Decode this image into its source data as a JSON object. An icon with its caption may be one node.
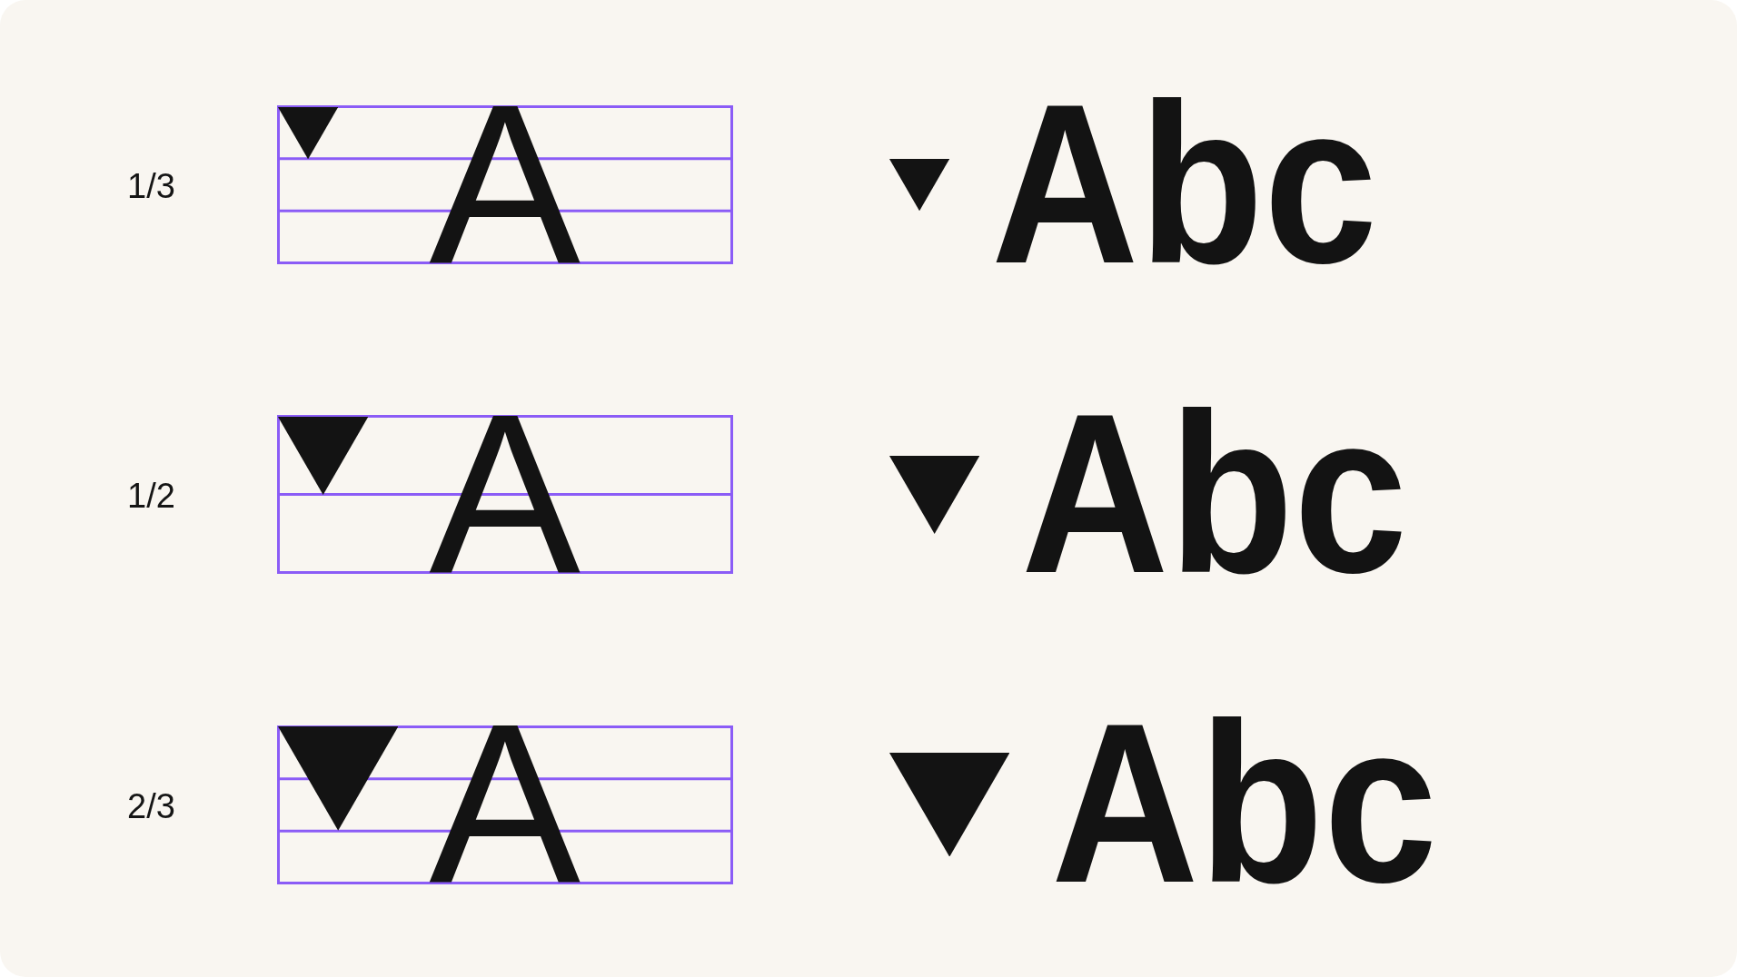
{
  "diagram": {
    "labels": [
      "1/3",
      "A",
      "Abc",
      "1/2",
      "A",
      "Abc",
      "2/3",
      "A",
      "Abc"
    ]
  }
}
